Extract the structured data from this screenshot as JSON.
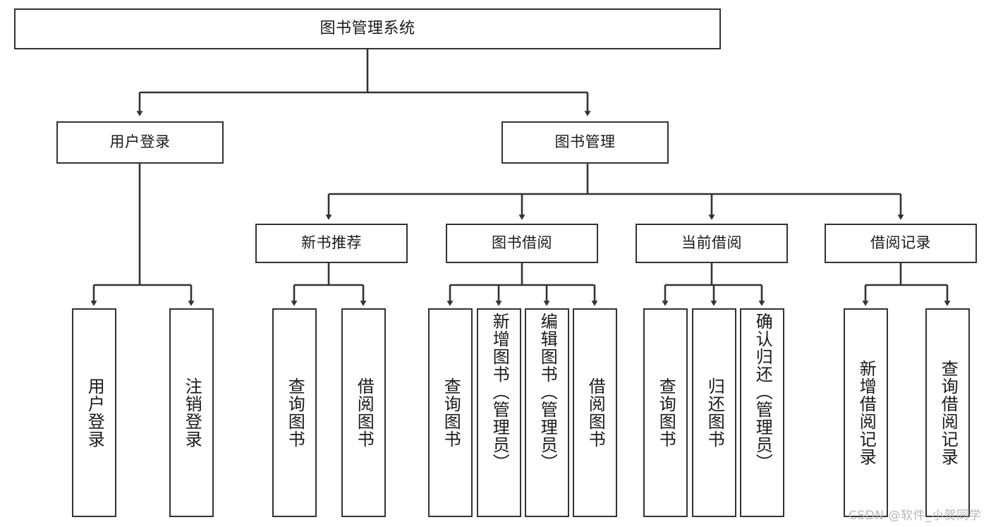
{
  "diagram": {
    "title": "图书管理系统",
    "type": "hierarchy-tree",
    "watermark": "CSDN @软件_小贺同学",
    "colors": {
      "box_border": "#333333",
      "box_fill": "#ffffff",
      "edge": "#333333",
      "text": "#1a1a1a",
      "watermark": "#b8b8b8"
    },
    "nodes": {
      "root": {
        "label": "图书管理系统"
      },
      "level2": [
        {
          "label": "用户登录"
        },
        {
          "label": "图书管理"
        }
      ],
      "level3": [
        {
          "label": "新书推荐"
        },
        {
          "label": "图书借阅"
        },
        {
          "label": "当前借阅"
        },
        {
          "label": "借阅记录"
        }
      ],
      "leaves_user_login": [
        {
          "label": "用户登录"
        },
        {
          "label": "注销登录"
        }
      ],
      "leaves_new_book": [
        {
          "label": "查询图书"
        },
        {
          "label": "借阅图书"
        }
      ],
      "leaves_borrow": [
        {
          "label": "查询图书"
        },
        {
          "label": "新增图书（管理员）"
        },
        {
          "label": "编辑图书（管理员）"
        },
        {
          "label": "借阅图书"
        }
      ],
      "leaves_current": [
        {
          "label": "查询图书"
        },
        {
          "label": "归还图书"
        },
        {
          "label": "确认归还（管理员）"
        }
      ],
      "leaves_record": [
        {
          "label": "新增借阅记录"
        },
        {
          "label": "查询借阅记录"
        }
      ]
    }
  }
}
